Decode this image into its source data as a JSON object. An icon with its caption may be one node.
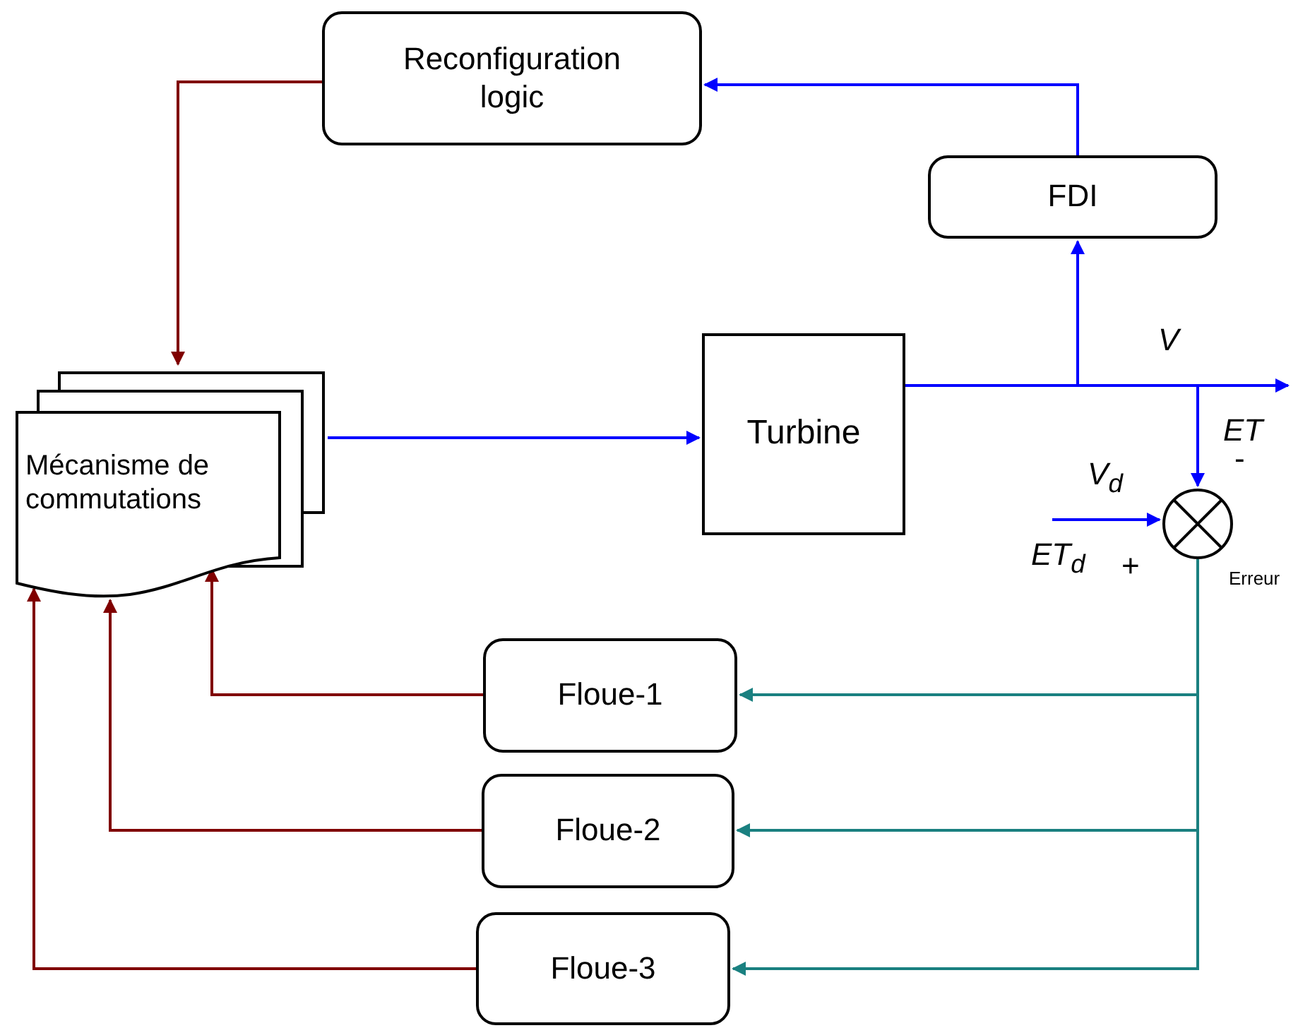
{
  "diagram": {
    "nodes": [
      {
        "text": [
          "Reconfiguration logic"
        ]
      },
      {
        "text": [
          "FDI"
        ]
      },
      {
        "text": [
          "Mécanisme de commutations"
        ]
      },
      {
        "text": [
          "Turbine"
        ]
      },
      {
        "text": [],
        "shape": "circle"
      },
      {
        "text": [
          "Floue-1"
        ]
      },
      {
        "text": [
          "Floue-2"
        ]
      },
      {
        "text": [
          "Floue-3"
        ]
      }
    ],
    "edges": [
      {
        "from": 0,
        "to": 2,
        "arrow": "to",
        "color": "#800000"
      },
      {
        "from": 2,
        "to": 3,
        "arrow": "to"
      },
      {
        "from": 3,
        "to": null,
        "arrow": "to"
      },
      {
        "from": 3,
        "to": 1,
        "arrow": "to"
      },
      {
        "from": 1,
        "to": 0,
        "arrow": "to"
      },
      {
        "from": 3,
        "to": 4,
        "arrow": "to"
      },
      {
        "from": null,
        "to": 4,
        "arrow": "to"
      },
      {
        "from": 4,
        "to": 5,
        "arrow": "to",
        "color": "#1a8080"
      },
      {
        "from": 4,
        "to": 6,
        "arrow": "to",
        "color": "#1a8080"
      },
      {
        "from": 4,
        "to": 7,
        "arrow": "to",
        "color": "#1a8080"
      },
      {
        "from": 5,
        "to": 2,
        "arrow": "to",
        "color": "#800000"
      },
      {
        "from": 6,
        "to": 2,
        "arrow": "to",
        "color": "#800000"
      },
      {
        "from": 7,
        "to": 2,
        "arrow": "to",
        "color": "#800000"
      }
    ],
    "labels": [
      "V",
      "ET",
      "-",
      "V$_{d}$",
      "ET$_{d}$",
      "+",
      "Erreur"
    ]
  }
}
